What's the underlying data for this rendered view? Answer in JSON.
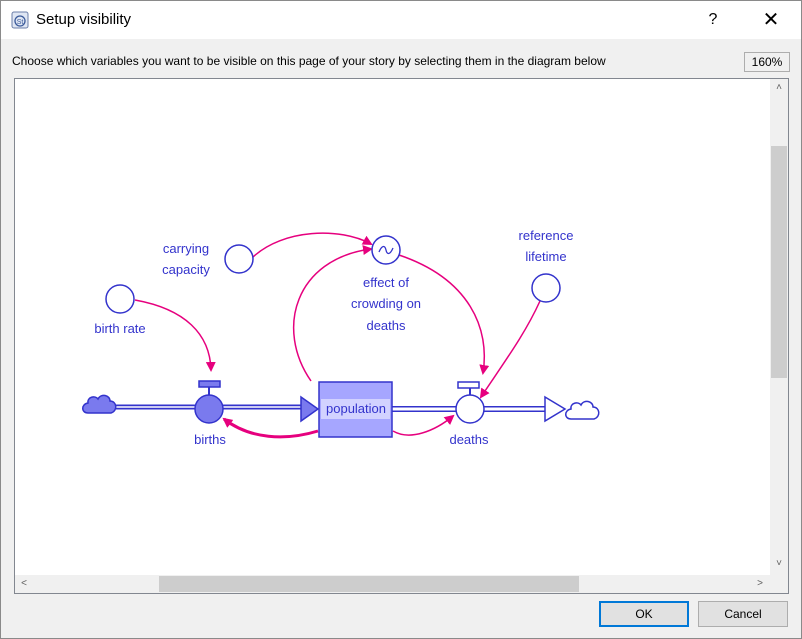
{
  "window": {
    "title": "Setup visibility",
    "help_glyph": "?",
    "close_glyph": "✕"
  },
  "instructions": "Choose which variables you want to be visible on this page of your story by selecting them in the diagram below",
  "zoom": "160%",
  "diagram": {
    "variables": {
      "carrying_capacity": [
        "carrying",
        "capacity"
      ],
      "birth_rate": "birth rate",
      "effect_of_crowding": [
        "effect of",
        "crowding on",
        "deaths"
      ],
      "reference_lifetime": [
        "reference",
        "lifetime"
      ],
      "population": "population",
      "births": "births",
      "deaths": "deaths"
    },
    "colors": {
      "element": "#3333cc",
      "stock_fill": "#a6a6ff",
      "link": "#e6007e"
    }
  },
  "scrollbars": {
    "up": "˄",
    "down": "˅",
    "left": "<",
    "right": ">"
  },
  "buttons": {
    "ok": "OK",
    "cancel": "Cancel"
  }
}
